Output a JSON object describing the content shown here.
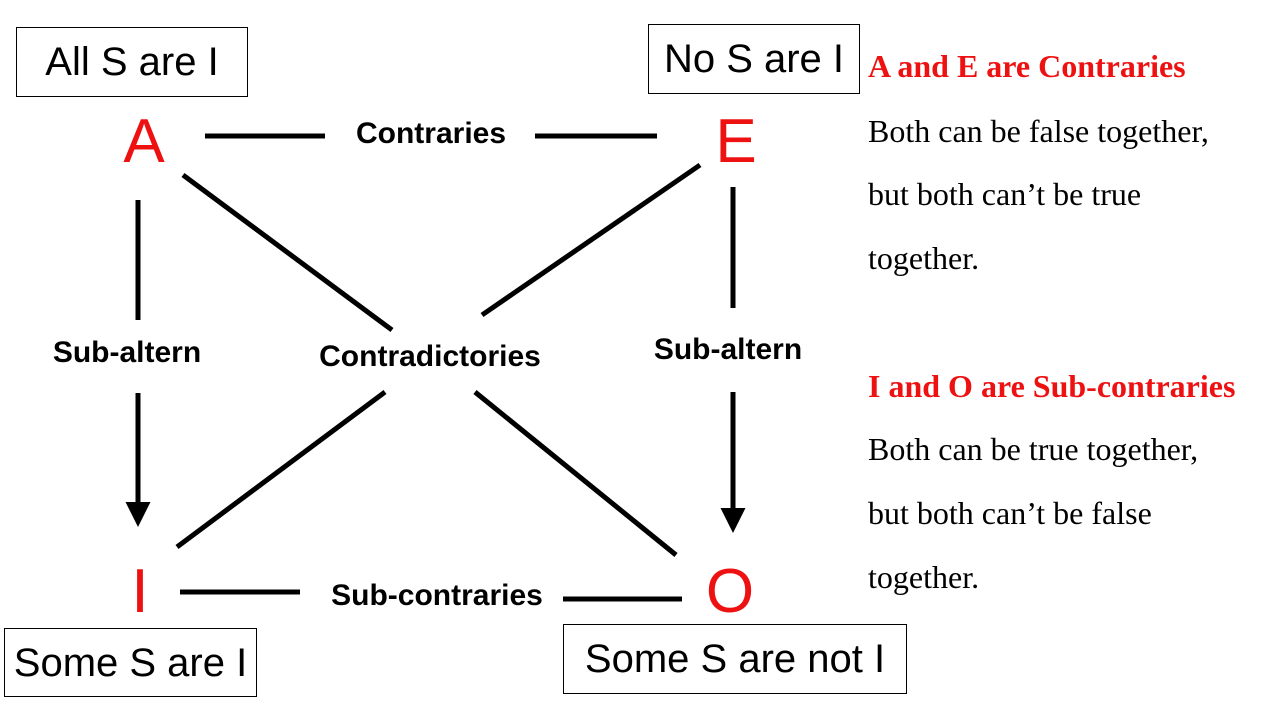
{
  "corners": {
    "a": {
      "letter": "A",
      "proposition": "All S are I"
    },
    "e": {
      "letter": "E",
      "proposition": "No S are I"
    },
    "i": {
      "letter": "I",
      "proposition": "Some S are I"
    },
    "o": {
      "letter": "O",
      "proposition": "Some S are not I"
    }
  },
  "relations": {
    "contraries": "Contraries",
    "contradictories": "Contradictories",
    "sub_alternation_left": "Sub-altern",
    "sub_alternation_right": "Sub-altern",
    "sub_contraries": "Sub-contraries"
  },
  "notes": {
    "contraries": {
      "title": "A and E are Contraries",
      "lines": [
        "Both can be false together,",
        "but both can’t be true",
        "together."
      ]
    },
    "sub_contraries": {
      "title": "I and O are Sub-contraries",
      "lines": [
        "Both can be true together,",
        "but both can’t be false",
        "together."
      ]
    }
  },
  "colors": {
    "accent": "#ee1111",
    "text": "#000000",
    "background": "#ffffff"
  }
}
